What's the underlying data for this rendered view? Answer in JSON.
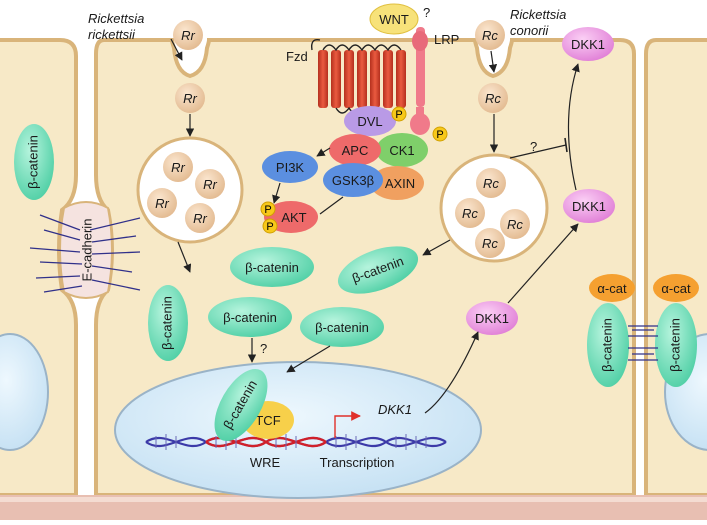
{
  "organisms": {
    "rr_title_line1": "Rickettsia",
    "rr_title_line2": "rickettsii",
    "rc_title_line1": "Rickettsia",
    "rc_title_line2": "conorii",
    "rr_abbr": "Rr",
    "rc_abbr": "Rc"
  },
  "receptors": {
    "wnt": "WNT",
    "unknown_mark": "?",
    "lrp": "LRP",
    "fzd": "Fzd",
    "phospho": "P"
  },
  "complex": {
    "dvl": "DVL",
    "apc": "APC",
    "ck1": "CK1",
    "gsk3b": "GSK3β",
    "axin": "AXIN",
    "pi3k": "PI3K",
    "akt": "AKT"
  },
  "proteins": {
    "beta_catenin": "β-catenin",
    "dkk1": "DKK1",
    "alpha_cat": "α-cat",
    "e_cadherin": "E-cadherin",
    "tcf": "TCF"
  },
  "nucleus": {
    "gene": "DKK1",
    "wre": "WRE",
    "transcription": "Transcription"
  },
  "marks": {
    "question": "?"
  },
  "colors": {
    "cell_fill": "#f7e9c7",
    "membrane": "#d9b47a",
    "nucleus_fill": "#d7ecf9",
    "beta_catenin": "#6fe0bd",
    "dkk1": "#f09ae6",
    "rickettsia": "#f1cfaa",
    "fzd": "#d9442e",
    "lrp": "#f07a8a",
    "wnt": "#f7e27a",
    "phospho": "#f7c81a",
    "dvl": "#b99ae6",
    "apc": "#ee6a6a",
    "ck1": "#7fcf6a",
    "gsk3b": "#5b8fe0",
    "axin": "#f0a060",
    "pi3k": "#5b8fe0",
    "akt": "#ee6a6a",
    "tcf": "#f7d04a",
    "alpha_cat": "#f5a030",
    "dna_blue": "#3c3aa8",
    "dna_red": "#d0202a",
    "transcription_arrow": "#e0302a",
    "bottom_band": "#e8bfb2"
  }
}
